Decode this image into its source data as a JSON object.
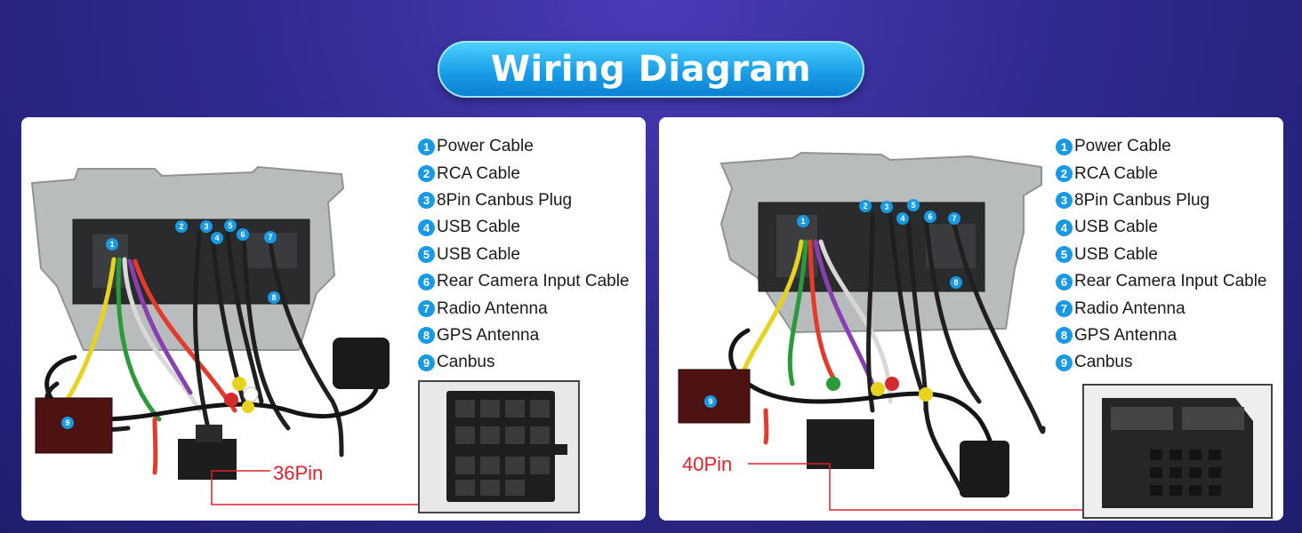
{
  "title": "Wiring Diagram",
  "colors": {
    "accent_blue": "#1899e6",
    "pin_red": "#e0202a",
    "background": "#2f2a8e",
    "bezel_gray": "#b9bcbd"
  },
  "legend": [
    {
      "num": "1",
      "label": "Power Cable"
    },
    {
      "num": "2",
      "label": "RCA Cable"
    },
    {
      "num": "3",
      "label": "8Pin Canbus Plug"
    },
    {
      "num": "4",
      "label": "USB Cable"
    },
    {
      "num": "5",
      "label": "USB Cable"
    },
    {
      "num": "6",
      "label": "Rear Camera Input Cable"
    },
    {
      "num": "7",
      "label": "Radio Antenna"
    },
    {
      "num": "8",
      "label": "GPS Antenna"
    },
    {
      "num": "9",
      "label": "Canbus"
    }
  ],
  "panels": {
    "left": {
      "pin_label": "36Pin"
    },
    "right": {
      "pin_label": "40Pin"
    }
  },
  "markers": {
    "m1": "1",
    "m2": "2",
    "m3": "3",
    "m4": "4",
    "m5": "5",
    "m6": "6",
    "m7": "7",
    "m8": "8",
    "m9": "9"
  }
}
